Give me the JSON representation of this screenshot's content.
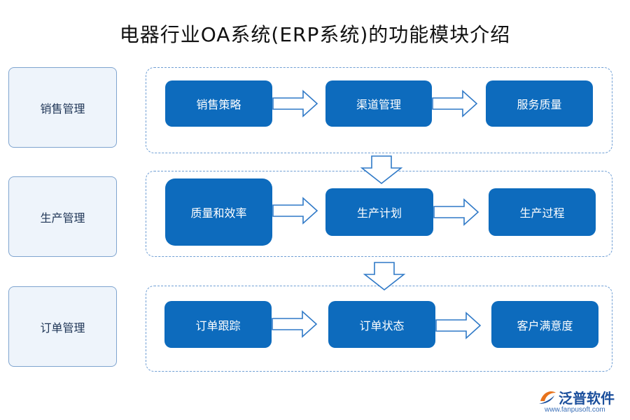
{
  "title": "电器行业OA系统(ERP系统)的功能模块介绍",
  "categories": [
    "销售管理",
    "生产管理",
    "订单管理"
  ],
  "rows": [
    [
      "销售策略",
      "渠道管理",
      "服务质量"
    ],
    [
      "质量和效率",
      "生产计划",
      "生产过程"
    ],
    [
      "订单跟踪",
      "订单状态",
      "客户满意度"
    ]
  ],
  "logo": {
    "name": "泛普软件",
    "url": "www.fanpusoft.com"
  },
  "colors": {
    "box": "#0d6bbd",
    "category_fill": "#eef4fb",
    "border": "#7fa4cf",
    "dash": "#6f9ed4"
  }
}
